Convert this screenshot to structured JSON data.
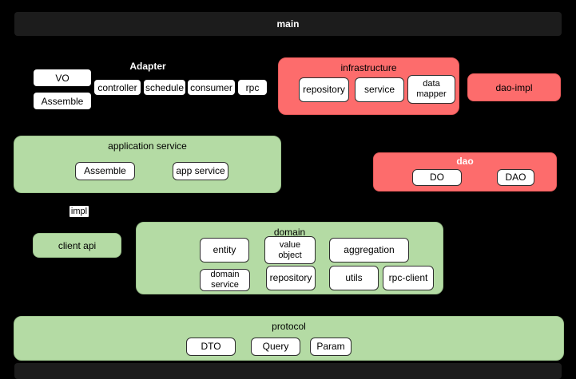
{
  "palette": {
    "background": "#000000",
    "bar_fill": "#1c1c1c",
    "red_fill": "#fd6c6c",
    "green_fill": "#b4dba4",
    "node_fill": "#ffffff",
    "node_border": "#2e2e2e",
    "title_dark": "#000000",
    "title_light": "#ffffff"
  },
  "main_bar": {
    "label": "main"
  },
  "adapter_group": {
    "label": "Adapter",
    "vo_label": "VO",
    "assemble_label": "Assemble",
    "controller_label": "controller",
    "schedule_label": "schedule",
    "consumer_label": "consumer",
    "rpc_label": "rpc"
  },
  "infrastructure": {
    "title": "infrastructure",
    "repository_label": "repository",
    "service_label": "service",
    "data_mapper_label": "data\nmapper"
  },
  "dao_impl": {
    "label": "dao-impl"
  },
  "application_service": {
    "title": "application service",
    "assemble_label": "Assemble",
    "app_service_label": "app service"
  },
  "dao": {
    "title": "dao",
    "do_label": "DO",
    "dao_label": "DAO"
  },
  "impl": {
    "label": "impl"
  },
  "client_api": {
    "label": "client api"
  },
  "domain": {
    "title": "domain",
    "entity_label": "entity",
    "value_object_label": "value\nobject",
    "aggregation_label": "aggregation",
    "domain_service_label": "domain\nservice",
    "repository_label": "repository",
    "utils_label": "utils",
    "rpc_client_label": "rpc-client"
  },
  "protocol": {
    "title": "protocol",
    "dto_label": "DTO",
    "query_label": "Query",
    "param_label": "Param"
  }
}
